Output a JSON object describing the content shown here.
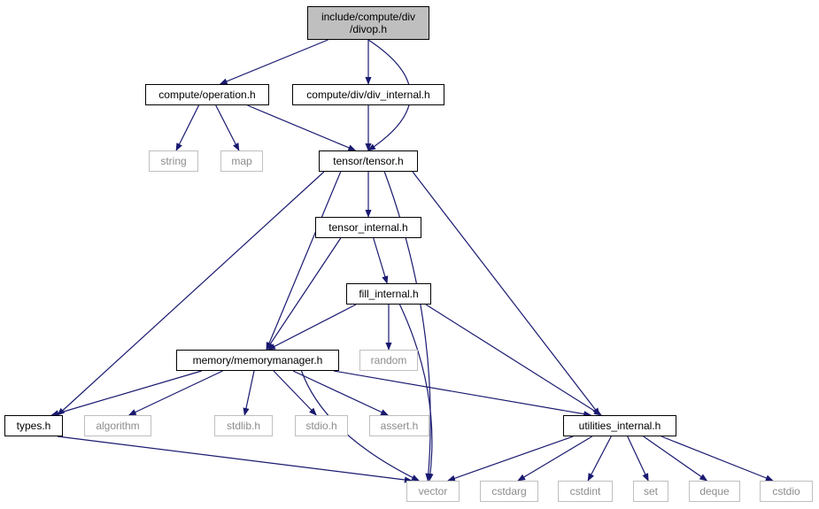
{
  "nodes": {
    "root": {
      "label": "include/compute/div\n/divop.h"
    },
    "operation": {
      "label": "compute/operation.h"
    },
    "div_internal": {
      "label": "compute/div/div_internal.h"
    },
    "string": {
      "label": "string"
    },
    "map": {
      "label": "map"
    },
    "tensor": {
      "label": "tensor/tensor.h"
    },
    "tensor_internal": {
      "label": "tensor_internal.h"
    },
    "fill_internal": {
      "label": "fill_internal.h"
    },
    "memorymanager": {
      "label": "memory/memorymanager.h"
    },
    "random": {
      "label": "random"
    },
    "types": {
      "label": "types.h"
    },
    "algorithm": {
      "label": "algorithm"
    },
    "stdlib": {
      "label": "stdlib.h"
    },
    "stdio_h": {
      "label": "stdio.h"
    },
    "assert": {
      "label": "assert.h"
    },
    "utilities_internal": {
      "label": "utilities_internal.h"
    },
    "vector": {
      "label": "vector"
    },
    "cstdarg": {
      "label": "cstdarg"
    },
    "cstdint": {
      "label": "cstdint"
    },
    "set": {
      "label": "set"
    },
    "deque": {
      "label": "deque"
    },
    "cstdio": {
      "label": "cstdio"
    }
  },
  "edges": [
    [
      "root",
      "operation"
    ],
    [
      "root",
      "div_internal"
    ],
    [
      "root",
      "tensor"
    ],
    [
      "operation",
      "string"
    ],
    [
      "operation",
      "map"
    ],
    [
      "operation",
      "tensor"
    ],
    [
      "div_internal",
      "tensor"
    ],
    [
      "tensor",
      "tensor_internal"
    ],
    [
      "tensor",
      "memorymanager"
    ],
    [
      "tensor",
      "types"
    ],
    [
      "tensor",
      "vector"
    ],
    [
      "tensor",
      "utilities_internal"
    ],
    [
      "tensor_internal",
      "fill_internal"
    ],
    [
      "tensor_internal",
      "memorymanager"
    ],
    [
      "fill_internal",
      "memorymanager"
    ],
    [
      "fill_internal",
      "random"
    ],
    [
      "fill_internal",
      "vector"
    ],
    [
      "fill_internal",
      "utilities_internal"
    ],
    [
      "memorymanager",
      "types"
    ],
    [
      "memorymanager",
      "algorithm"
    ],
    [
      "memorymanager",
      "stdlib"
    ],
    [
      "memorymanager",
      "stdio_h"
    ],
    [
      "memorymanager",
      "assert"
    ],
    [
      "memorymanager",
      "vector"
    ],
    [
      "memorymanager",
      "utilities_internal"
    ],
    [
      "types",
      "vector"
    ],
    [
      "utilities_internal",
      "vector"
    ],
    [
      "utilities_internal",
      "cstdarg"
    ],
    [
      "utilities_internal",
      "cstdint"
    ],
    [
      "utilities_internal",
      "set"
    ],
    [
      "utilities_internal",
      "deque"
    ],
    [
      "utilities_internal",
      "cstdio"
    ]
  ],
  "colors": {
    "edge": "#191970",
    "project_border": "#000000",
    "system_border": "#bfbfbf",
    "system_text": "#8c8c8c",
    "root_fill": "#bfbfbf"
  }
}
